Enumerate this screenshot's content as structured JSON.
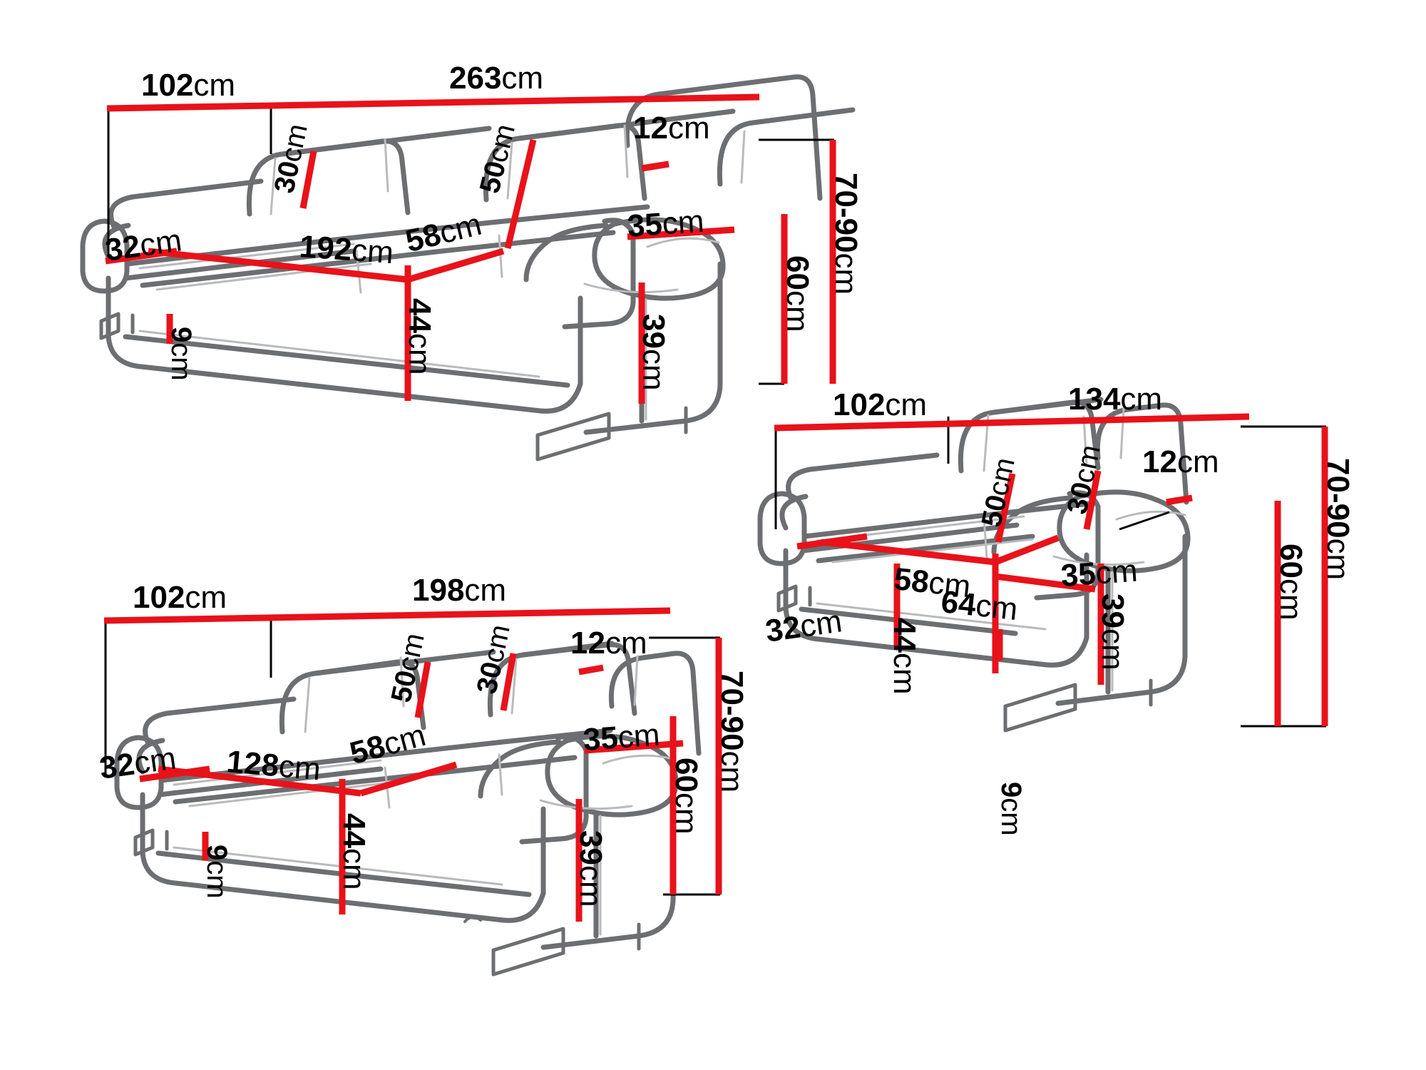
{
  "diagram": {
    "title": "Sofa and armchair dimension diagram",
    "unit": "cm",
    "line_color": "#e8121a",
    "outline_color": "#6d6e71",
    "text_color": "#000000",
    "background": "#ffffff"
  },
  "items": [
    {
      "id": "sofa-3seat",
      "name": "three-seater-sofa",
      "labels": {
        "depth_top": "102",
        "width_total": "263",
        "headrest_depth": "30",
        "backrest_height": "50",
        "headrest_thickness": "12",
        "seat_width": "192",
        "seat_depth": "58",
        "armrest_width": "35",
        "arm_height": "32",
        "seat_height_front": "44",
        "leg_height": "9",
        "arm_top_height": "39",
        "total_height_range": "70-90",
        "back_height": "60"
      },
      "unit": "cm"
    },
    {
      "id": "sofa-2seat",
      "name": "two-seater-sofa",
      "labels": {
        "depth_top": "102",
        "width_total": "198",
        "backrest_height": "50",
        "headrest_depth": "30",
        "headrest_thickness": "12",
        "seat_width": "128",
        "seat_depth": "58",
        "armrest_width": "35",
        "arm_height": "32",
        "seat_height_front": "44",
        "leg_height": "9",
        "arm_top_height": "39",
        "total_height_range": "70-90",
        "back_height": "60"
      },
      "unit": "cm"
    },
    {
      "id": "armchair",
      "name": "armchair",
      "labels": {
        "depth_top": "102",
        "width_total": "134",
        "backrest_height": "50",
        "headrest_depth": "30",
        "headrest_thickness": "12",
        "seat_depth": "58",
        "seat_width": "64",
        "armrest_width": "35",
        "arm_height": "32",
        "seat_height_front": "44",
        "leg_height": "9",
        "arm_top_height": "39",
        "total_height_range": "70-90",
        "back_height": "60"
      },
      "unit": "cm"
    }
  ],
  "labels_flat": {
    "a_102": "102",
    "a_263": "263",
    "a_30": "30",
    "a_50": "50",
    "a_12": "12",
    "a_192": "192",
    "a_58": "58",
    "a_35": "35",
    "a_32": "32",
    "a_44": "44",
    "a_9": "9",
    "a_39": "39",
    "a_7090": "70-90",
    "a_60": "60",
    "b_102": "102",
    "b_198": "198",
    "b_50": "50",
    "b_30": "30",
    "b_12": "12",
    "b_128": "128",
    "b_58": "58",
    "b_35": "35",
    "b_32": "32",
    "b_44": "44",
    "b_9": "9",
    "b_39": "39",
    "b_7090": "70-90",
    "b_60": "60",
    "c_102": "102",
    "c_134": "134",
    "c_50": "50",
    "c_30": "30",
    "c_12": "12",
    "c_58": "58",
    "c_64": "64",
    "c_35": "35",
    "c_32": "32",
    "c_44": "44",
    "c_9": "9",
    "c_39": "39",
    "c_7090": "70-90",
    "c_60": "60",
    "unit": "cm"
  }
}
